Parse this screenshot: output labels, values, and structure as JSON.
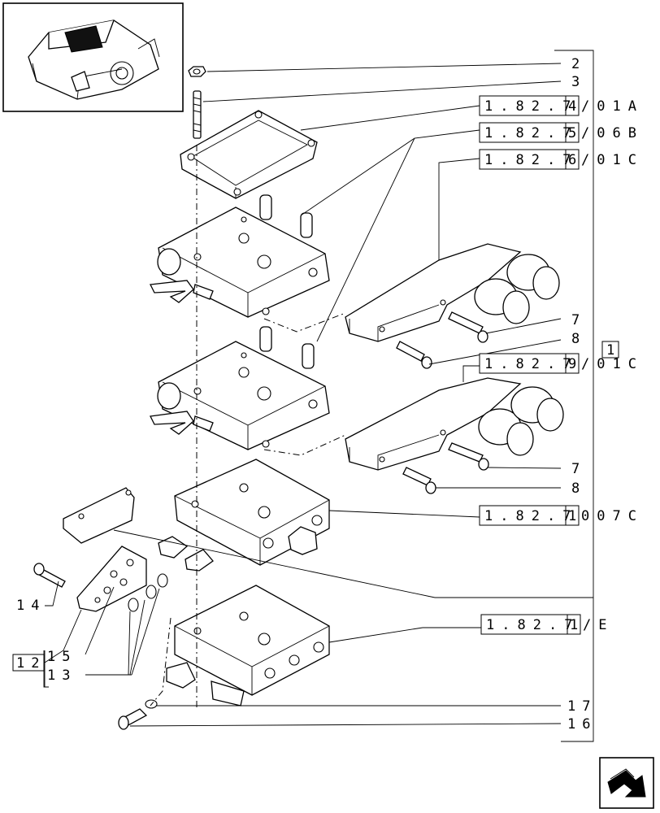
{
  "callouts": {
    "c2": "2",
    "c3": "3",
    "c7a": "7",
    "c8a": "8",
    "c7b": "7",
    "c8b": "8",
    "c14": "14",
    "c12": "12",
    "c15": "15",
    "c13": "13",
    "c17": "17",
    "c16": "16",
    "c1": "1"
  },
  "references": [
    {
      "prefix": "1.82.7",
      "box": "4",
      "suffix": "/01A"
    },
    {
      "prefix": "1.82.7",
      "box": "5",
      "suffix": "/06B"
    },
    {
      "prefix": "1.82.7",
      "box": "6",
      "suffix": "/01C"
    },
    {
      "prefix": "1.82.7",
      "box": "9",
      "suffix": "/01C"
    },
    {
      "prefix": "1.82.7",
      "box": "1",
      "suffix": "007C"
    },
    {
      "prefix": "1.82.7",
      "box": "1",
      "suffix": "/E"
    }
  ],
  "icons": {
    "thumbnail": "valve-assembly-thumbnail",
    "nav": "next-page-arrow-icon"
  }
}
